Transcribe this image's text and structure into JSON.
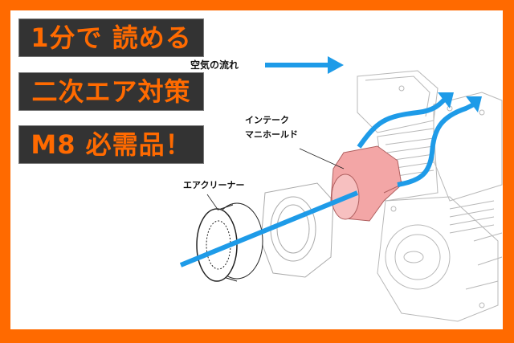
{
  "headlines": [
    "1分で 読める",
    "二次エア対策",
    "M8 必需品！"
  ],
  "labels": {
    "air_flow": "空気の流れ",
    "intake_line1": "インテーク",
    "intake_line2": "マニホールド",
    "air_cleaner": "エアクリーナー"
  },
  "colors": {
    "frame": "#ff6a00",
    "badge_bg": "#333333",
    "flow_arrow": "#1e9be8",
    "manifold": "#f0a0a0"
  }
}
